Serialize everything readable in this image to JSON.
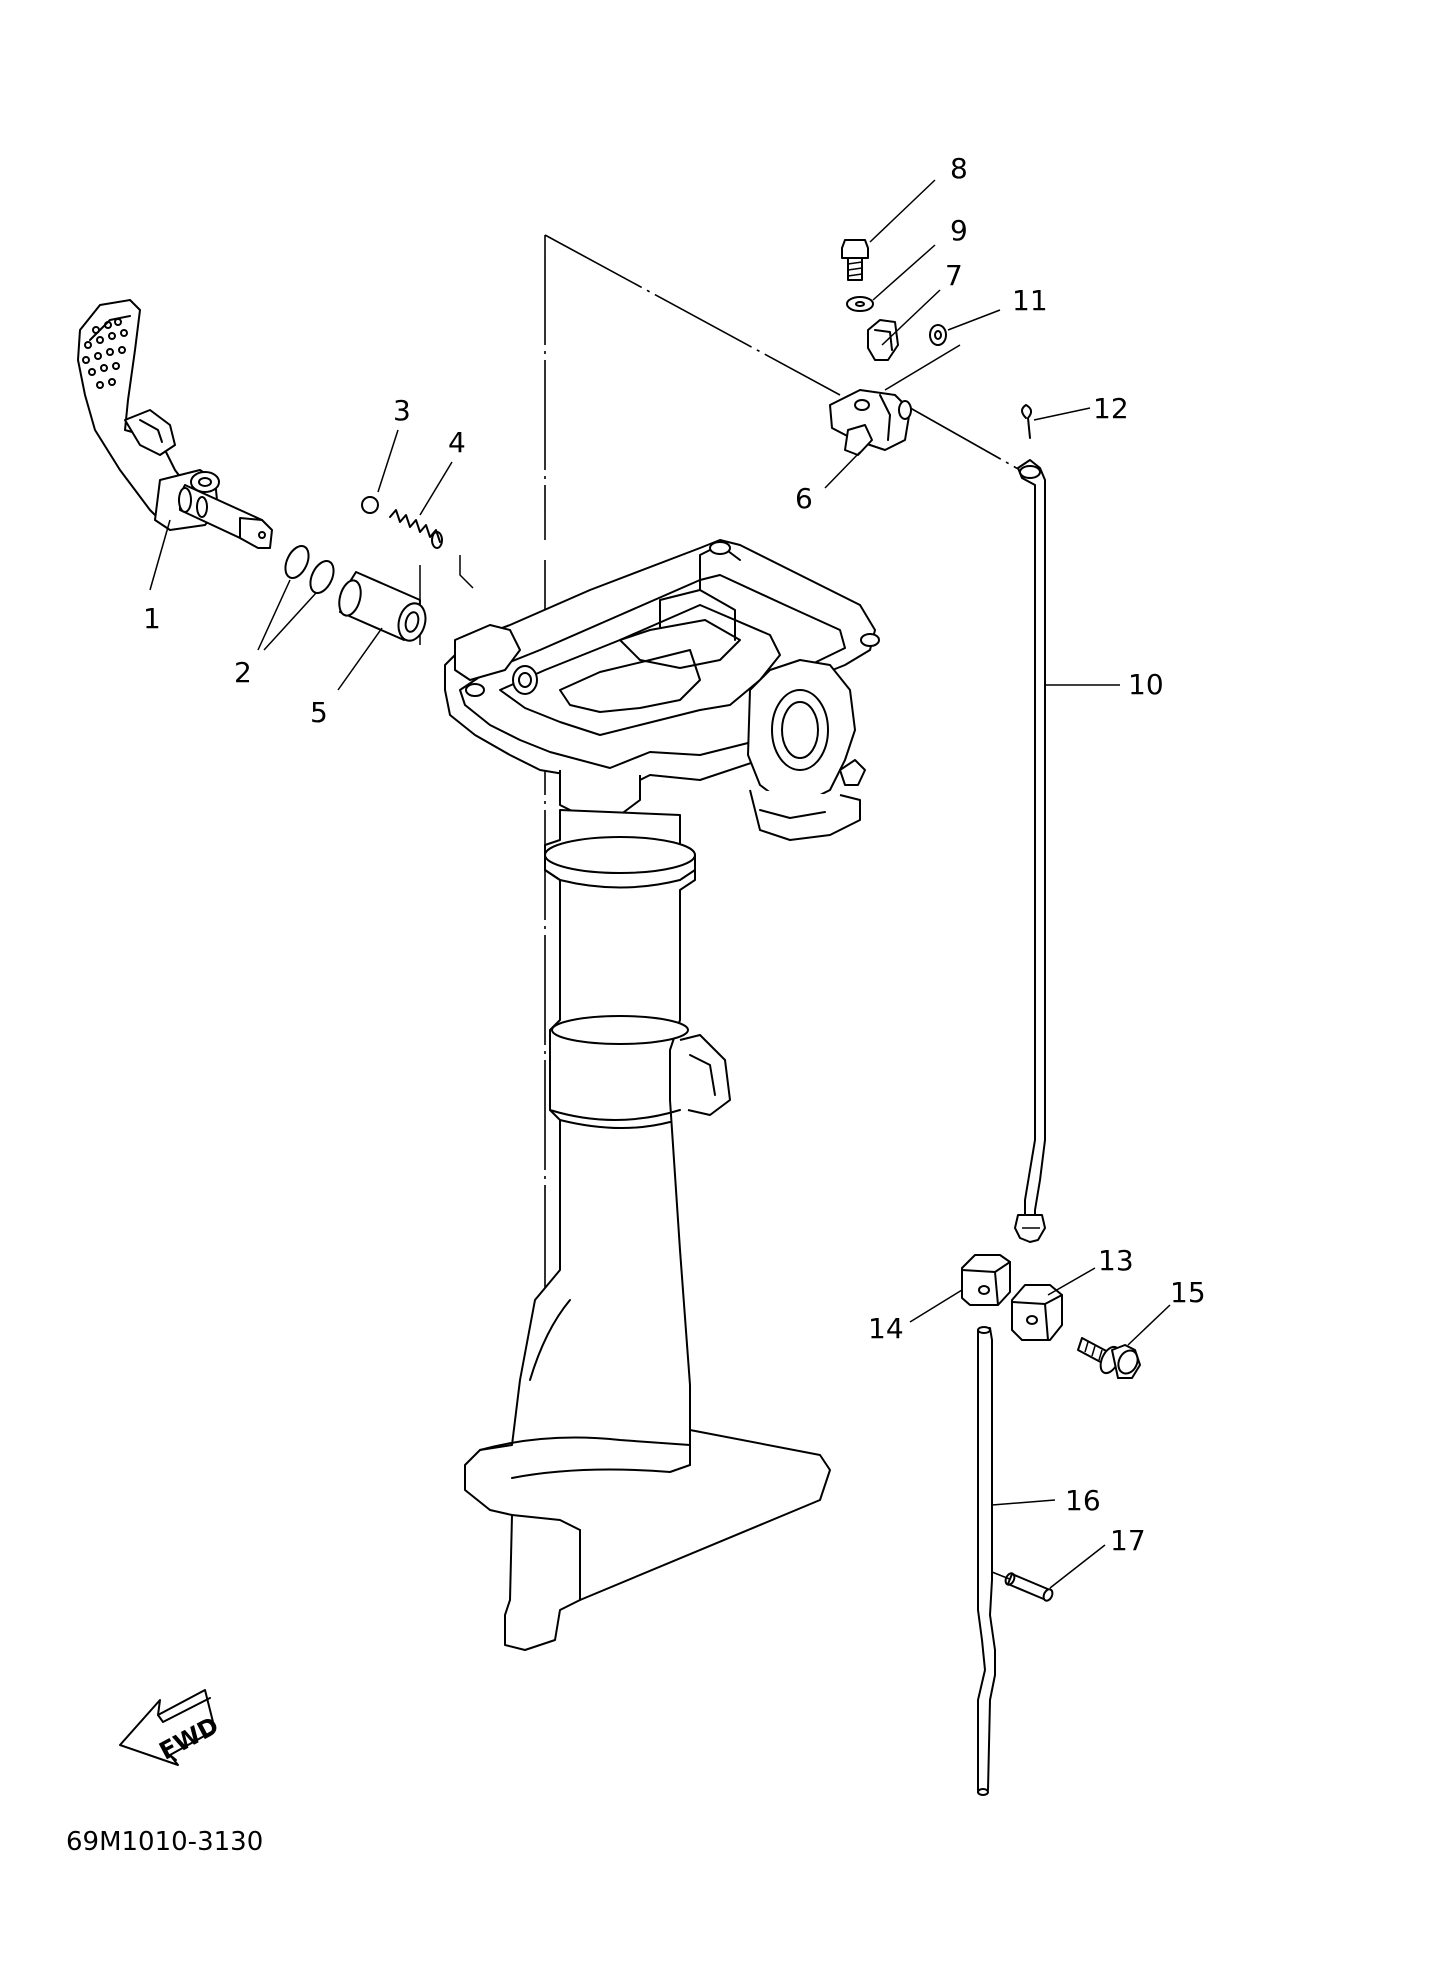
{
  "diagram": {
    "drawing_code": "69M1010-3130",
    "fwd_label": "FWD",
    "callouts": [
      "1",
      "2",
      "3",
      "4",
      "5",
      "6",
      "7",
      "8",
      "9",
      "10",
      "11",
      "12",
      "13",
      "14",
      "15",
      "16",
      "17"
    ]
  }
}
